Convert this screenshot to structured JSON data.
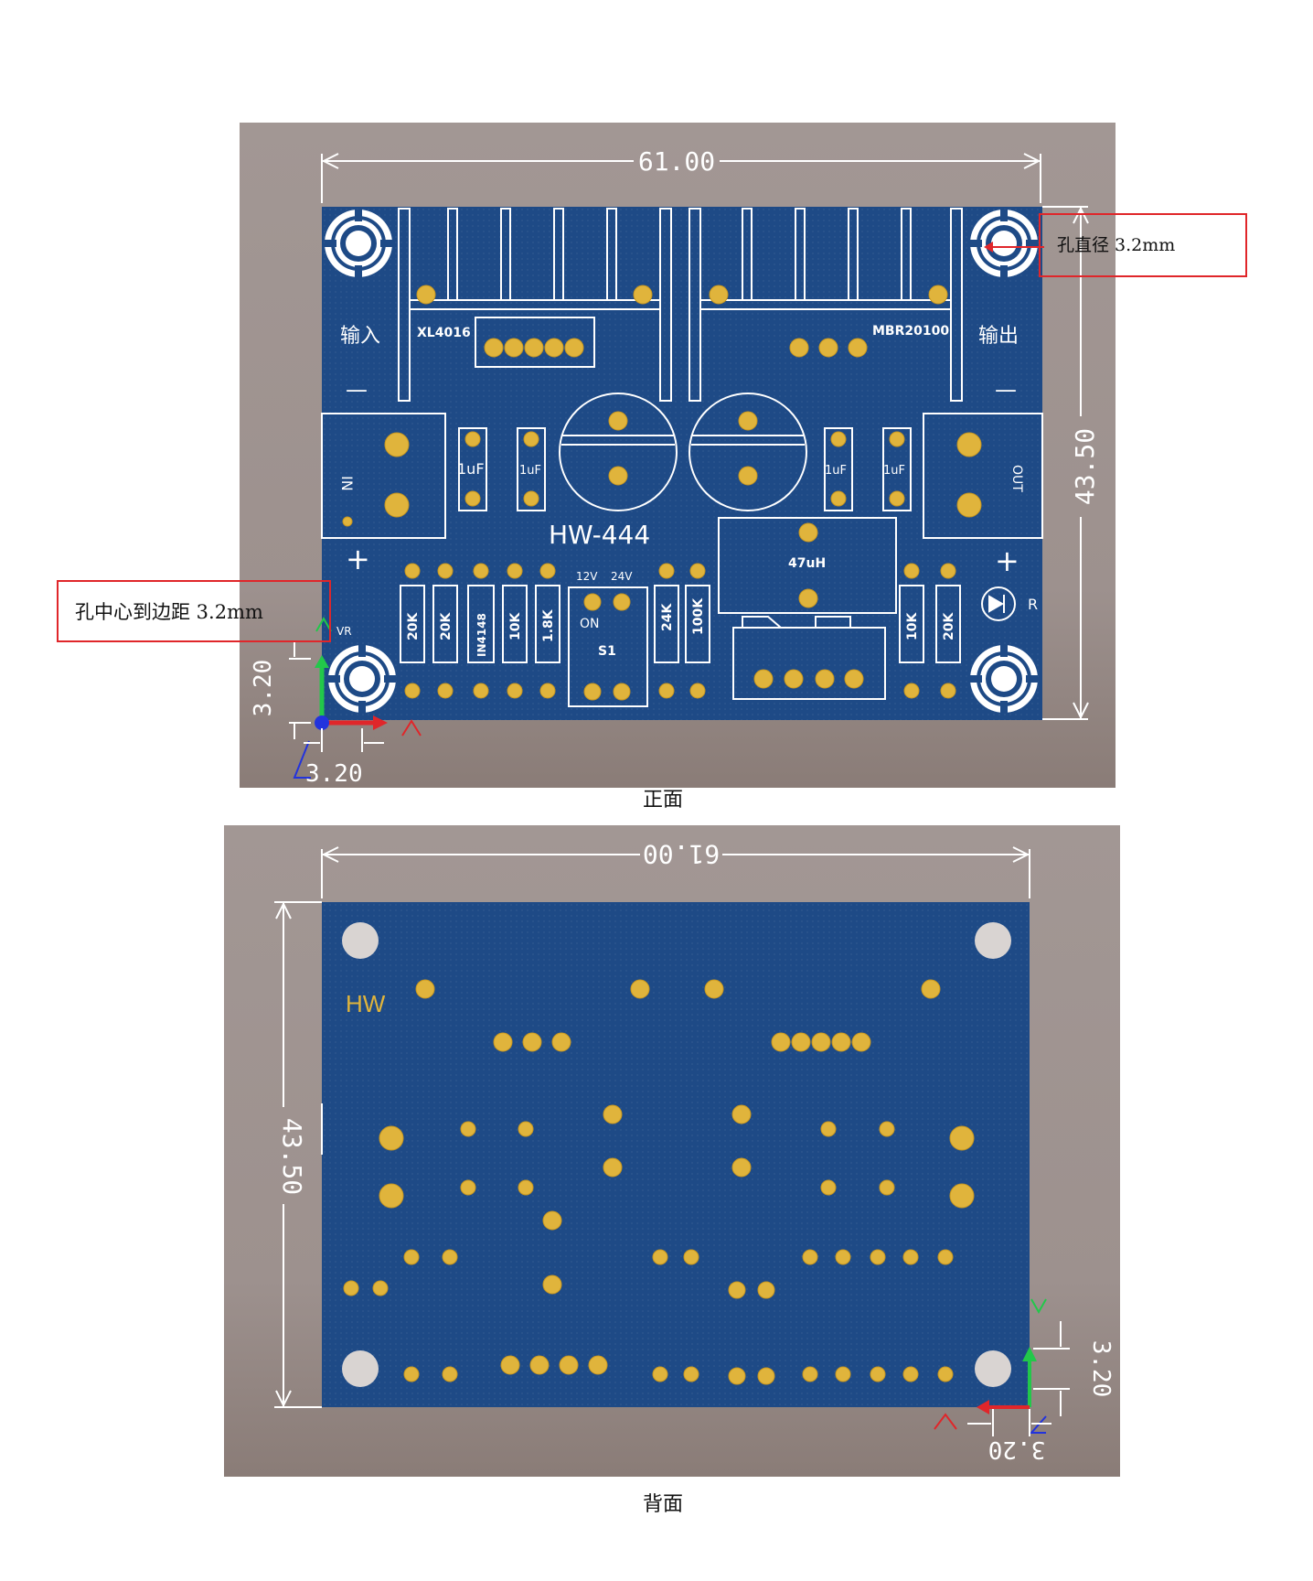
{
  "front": {
    "caption": "正面",
    "dim_width": "61.00",
    "dim_height": "43.50",
    "dim_hole_x": "3.20",
    "dim_hole_y": "3.20",
    "board_label": "HW-444",
    "labels": {
      "input": "输入",
      "output": "输出",
      "chip": "XL4016",
      "diode": "MBR20100",
      "in_terminal": "IN",
      "out_terminal": "OUT",
      "inductor": "47uH",
      "switch_12v": "12V",
      "switch_24v": "24V",
      "switch_on": "ON",
      "switch_name": "S1",
      "vr": "VR",
      "led_r": "R",
      "plus": "+",
      "minus": "—",
      "cap_left_1": "1uF",
      "cap_left_2": "1uF",
      "cap_right_1": "1uF",
      "cap_right_2": "1uF",
      "resistors": [
        "20K",
        "20K",
        "IN4148",
        "10K",
        "1.8K",
        "24K",
        "100K",
        "10K",
        "20K"
      ]
    },
    "callouts": {
      "hole_diameter": "孔直径 3.2mm",
      "hole_center": "孔中心到边距 3.2mm"
    }
  },
  "back": {
    "caption": "背面",
    "dim_width": "61.00",
    "dim_height": "43.50",
    "dim_hole_x": "3.20",
    "dim_hole_y": "3.20",
    "board_label": "HW"
  },
  "colors": {
    "board": "#1e4a86",
    "pad": "#e0b43c",
    "callout": "#e0262a",
    "axis_x": "#e0262a",
    "axis_y": "#22c84a",
    "axis_z": "#2233dd"
  }
}
